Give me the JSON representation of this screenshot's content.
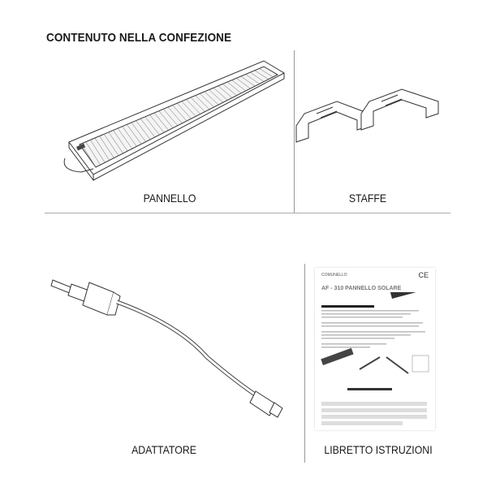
{
  "title": "CONTENUTO NELLA CONFEZIONE",
  "items": [
    {
      "label": "PANNELLO"
    },
    {
      "label": "STAFFE"
    },
    {
      "label": "ADATTATORE"
    },
    {
      "label": "LIBRETTO ISTRUZIONI"
    }
  ],
  "booklet": {
    "brand": "COMUNELLO",
    "ce": "CE",
    "title": "AF - 310 PANNELLO SOLARE"
  }
}
